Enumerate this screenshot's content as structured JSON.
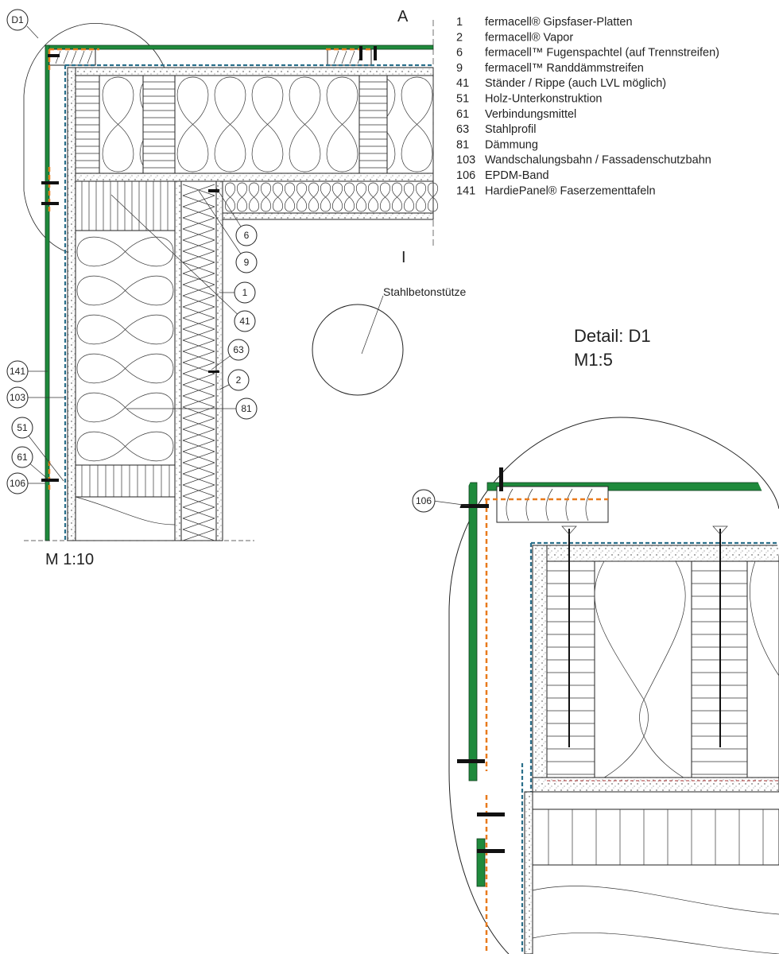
{
  "legend": [
    {
      "num": "1",
      "text": "fermacell® Gipsfaser-Platten"
    },
    {
      "num": "2",
      "text": "fermacell® Vapor"
    },
    {
      "num": "6",
      "text": "fermacell™ Fugenspachtel (auf Trennstreifen)"
    },
    {
      "num": "9",
      "text": "fermacell™ Randdämmstreifen"
    },
    {
      "num": "41",
      "text": "Ständer / Rippe (auch LVL möglich)"
    },
    {
      "num": "51",
      "text": "Holz-Unterkonstruktion"
    },
    {
      "num": "61",
      "text": "Verbindungsmittel"
    },
    {
      "num": "63",
      "text": "Stahlprofil"
    },
    {
      "num": "81",
      "text": "Dämmung"
    },
    {
      "num": "103",
      "text": "Wandschalungsbahn / Fassadenschutzbahn"
    },
    {
      "num": "106",
      "text": "EPDM-Band"
    },
    {
      "num": "141",
      "text": "HardiePanel® Faserzementtafeln"
    }
  ],
  "plan": {
    "outside_label": "A",
    "inside_label": "I",
    "scale": "M 1:10",
    "detail_ref": "D1",
    "column_label": "Stahlbetonstütze",
    "callouts_right": [
      "6",
      "9",
      "1",
      "41",
      "63",
      "2",
      "81"
    ],
    "callouts_left": [
      "141",
      "103",
      "51",
      "61",
      "106"
    ]
  },
  "detail": {
    "title": "Detail: D1",
    "scale": "M1:5",
    "callout": "106"
  },
  "colors": {
    "cladding": "#1f8a3c",
    "membrane": "#2a6f8a",
    "epdm": "#e87a1c"
  }
}
